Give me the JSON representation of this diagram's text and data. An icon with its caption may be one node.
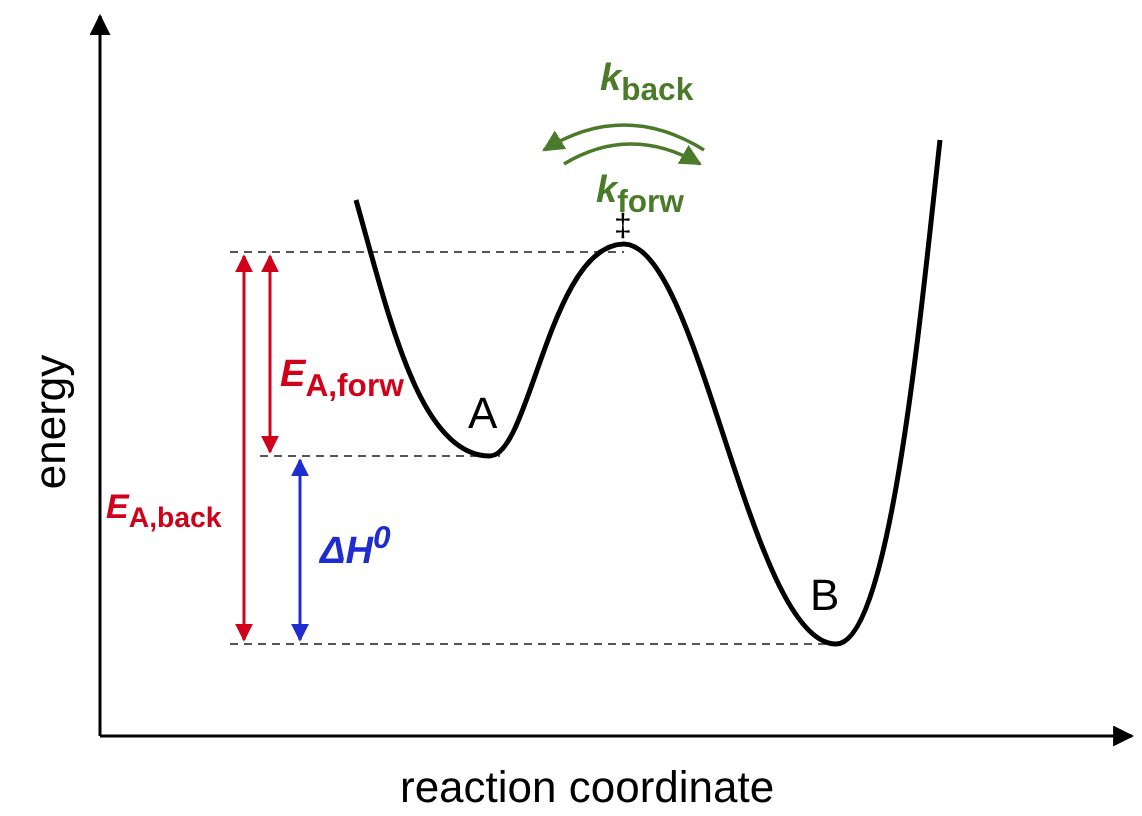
{
  "diagram": {
    "labels": [
      "*k*$_{back}$",
      "*k*$_{forw}$",
      "‡",
      "*E*$_{A,forw}$",
      "A",
      "*E*$_{A,back}$",
      "ΔH$^{0}$",
      "B",
      "energy",
      "reaction coordinate"
    ]
  }
}
